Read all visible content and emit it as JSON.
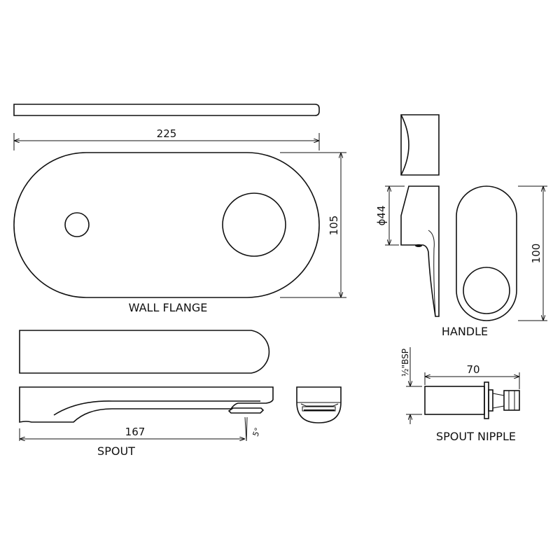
{
  "labels": {
    "wall_flange": "WALL FLANGE",
    "handle": "HANDLE",
    "spout": "SPOUT",
    "spout_nipple": "SPOUT NIPPLE"
  },
  "dimensions": {
    "flange_width": "225",
    "flange_height": "105",
    "handle_diameter": "ϕ44",
    "handle_height": "100",
    "spout_length": "167",
    "spout_angle": "5°",
    "nipple_length": "70",
    "nipple_thread": "½\"BSP"
  }
}
